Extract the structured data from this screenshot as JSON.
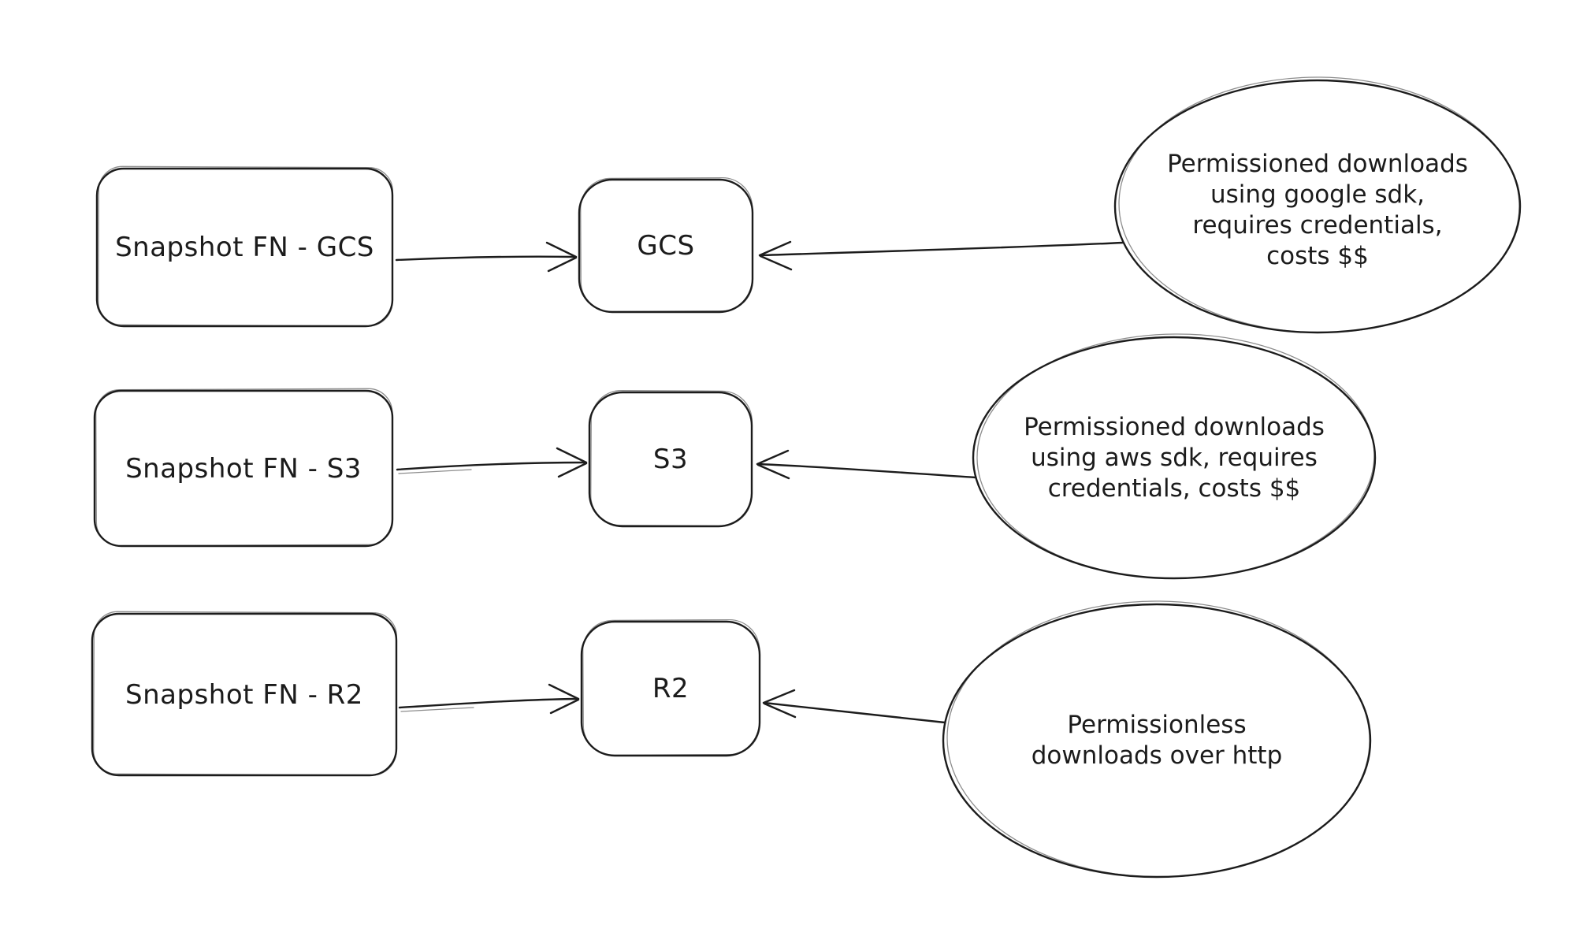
{
  "meta": {
    "background_color": "#ffffff",
    "ink_color": "#1c1c1c",
    "style": "hand-drawn-diagram"
  },
  "diagram": {
    "rows": [
      {
        "id": "gcs",
        "source": {
          "label": "Snapshot FN - GCS"
        },
        "target": {
          "label": "GCS"
        },
        "note": {
          "label": "Permissioned downloads\nusing google sdk,\nrequires credentials,\ncosts $$"
        }
      },
      {
        "id": "s3",
        "source": {
          "label": "Snapshot FN - S3"
        },
        "target": {
          "label": "S3"
        },
        "note": {
          "label": "Permissioned downloads\nusing aws sdk, requires\ncredentials, costs $$"
        }
      },
      {
        "id": "r2",
        "source": {
          "label": "Snapshot FN - R2"
        },
        "target": {
          "label": "R2"
        },
        "note": {
          "label": "Permissionless\ndownloads over http"
        }
      }
    ]
  }
}
